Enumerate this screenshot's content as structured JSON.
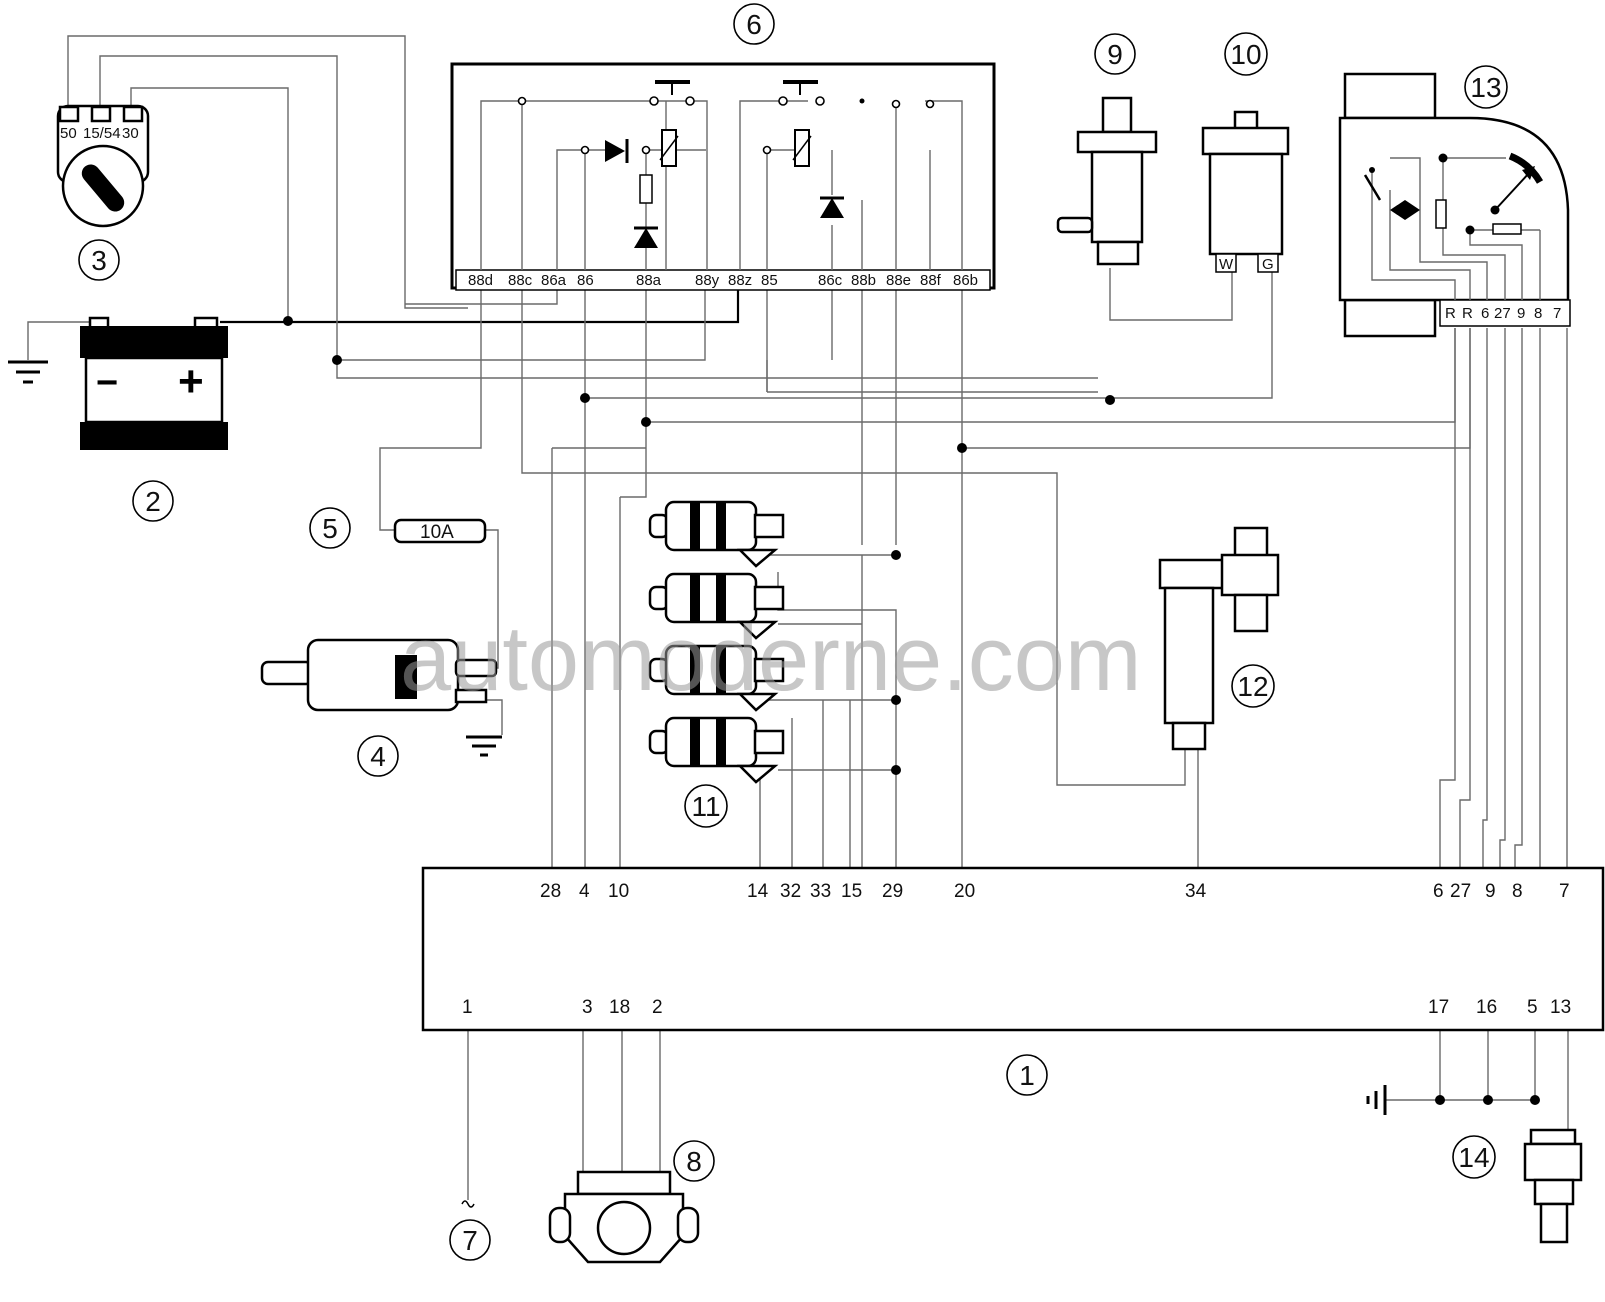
{
  "watermark": "automoderne.com",
  "fuse_label": "10A",
  "components": [
    {
      "id": "1",
      "label": "1"
    },
    {
      "id": "2",
      "label": "2"
    },
    {
      "id": "3",
      "label": "3"
    },
    {
      "id": "4",
      "label": "4"
    },
    {
      "id": "5",
      "label": "5"
    },
    {
      "id": "6",
      "label": "6"
    },
    {
      "id": "7",
      "label": "7"
    },
    {
      "id": "8",
      "label": "8"
    },
    {
      "id": "9",
      "label": "9"
    },
    {
      "id": "10",
      "label": "10"
    },
    {
      "id": "11",
      "label": "11"
    },
    {
      "id": "12",
      "label": "12"
    },
    {
      "id": "13",
      "label": "13"
    },
    {
      "id": "14",
      "label": "14"
    }
  ],
  "ignition_pins": [
    "50",
    "15/54",
    "30"
  ],
  "battery_signs": {
    "minus": "−",
    "plus": "+"
  },
  "relay_pins": [
    "88d",
    "88c",
    "86a",
    "86",
    "88a",
    "88y",
    "88z",
    "85",
    "86c",
    "88b",
    "88e",
    "88f",
    "86b"
  ],
  "coil_pins": [
    "W",
    "G"
  ],
  "meter_pins": [
    "R",
    "R",
    "6",
    "27",
    "9",
    "8",
    "7"
  ],
  "ecu_top_pins": [
    "28",
    "4",
    "10",
    "14",
    "32",
    "33",
    "15",
    "29",
    "20",
    "34",
    "6",
    "27",
    "9",
    "8",
    "7"
  ],
  "ecu_bottom_pins": [
    "1",
    "3",
    "18",
    "2",
    "17",
    "16",
    "5",
    "13"
  ]
}
